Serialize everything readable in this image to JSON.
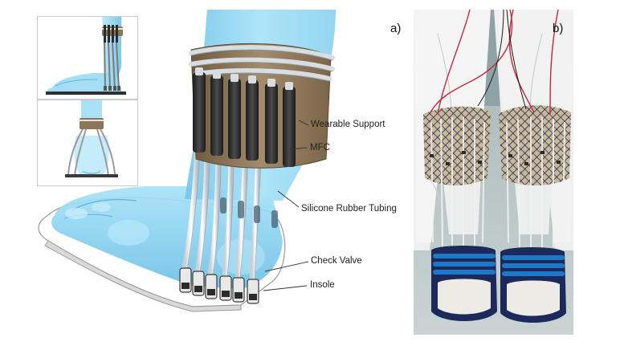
{
  "panels": {
    "a_label": "a)",
    "b_label": "b)"
  },
  "callouts": {
    "wearable_support": "Wearable Support",
    "mfc": "MFC",
    "silicone_tubing": "Silicone Rubber Tubing",
    "check_valve": "Check Valve",
    "insole": "Insole"
  },
  "colors": {
    "skin_blue": "#8fd6f2",
    "skin_blue_dark": "#4fb1dc",
    "support_brown": "#8b7458",
    "mfc_black": "#2b2b2b",
    "tube_white": "#eef3f6",
    "mesh_navy": "#2b3b66",
    "wire_red": "#c4283a",
    "slipper_blue": "#1e78c8"
  }
}
